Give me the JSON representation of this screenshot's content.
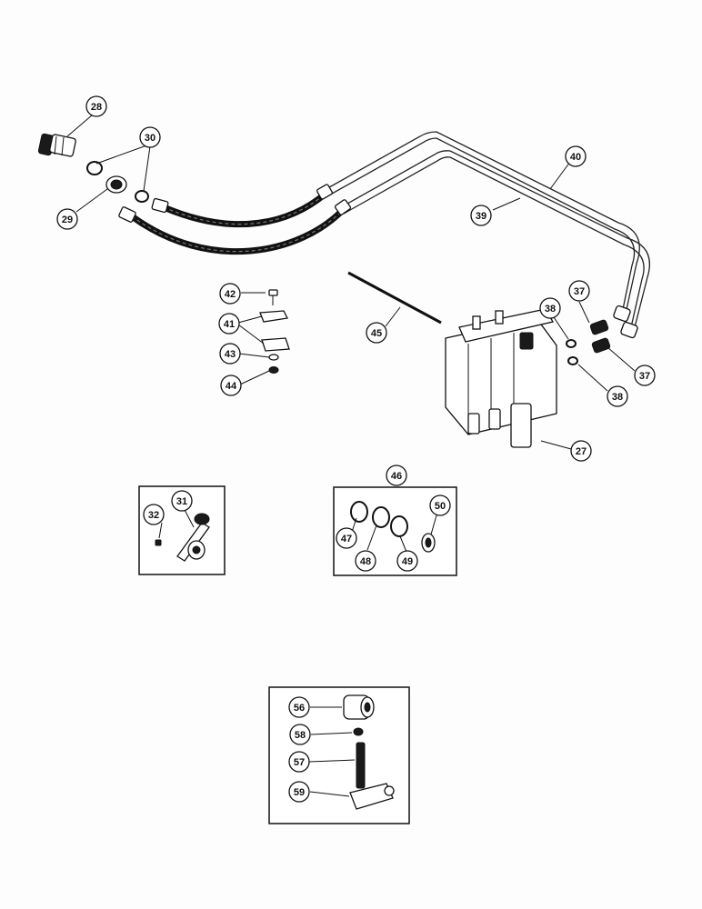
{
  "callouts": {
    "c27": "27",
    "c28": "28",
    "c29": "29",
    "c30": "30",
    "c31": "31",
    "c32": "32",
    "c37a": "37",
    "c37b": "37",
    "c38a": "38",
    "c38b": "38",
    "c39": "39",
    "c40": "40",
    "c41": "41",
    "c42": "42",
    "c43": "43",
    "c44": "44",
    "c45": "45",
    "c46": "46",
    "c47": "47",
    "c48": "48",
    "c49": "49",
    "c50": "50",
    "c56": "56",
    "c57": "57",
    "c58": "58",
    "c59": "59"
  }
}
